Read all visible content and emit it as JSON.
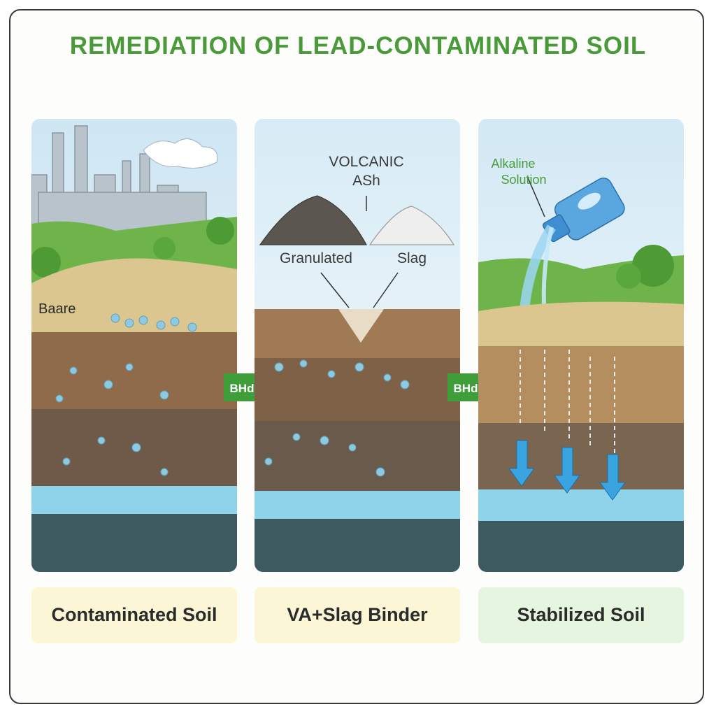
{
  "title": "REMEDIATION OF LEAD-CONTAMINATED SOIL",
  "panels": [
    {
      "caption": "Contaminated Soil",
      "label": "Baare"
    },
    {
      "caption": "VA+Slag Binder",
      "label_top_1": "VOLCANIC",
      "label_top_2": "ASh",
      "label_left": "Granulated",
      "label_right": "Slag"
    },
    {
      "caption": "Stabilized Soil",
      "label_1": "Alkaline",
      "label_2": "Solution"
    }
  ],
  "arrows": [
    {
      "label": "BHd"
    },
    {
      "label": "BHd"
    }
  ],
  "colors": {
    "title": "#4a9a3a",
    "arrow": "#3f9d3a",
    "water": "#8fd3ea",
    "contaminant": "#8ec9e0"
  }
}
